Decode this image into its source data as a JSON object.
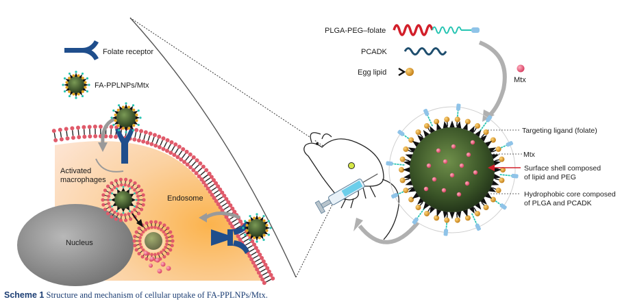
{
  "legend": {
    "folate_receptor": "Folate receptor",
    "nanoparticle": "FA-PPLNPs/Mtx"
  },
  "cell": {
    "activated_macrophages_line1": "Activated",
    "activated_macrophages_line2": "macrophages",
    "endosome": "Endosome",
    "nucleus": "Nucleus"
  },
  "components": {
    "plga_peg_folate": "PLGA-PEG–folate",
    "pcadk": "PCADK",
    "egg_lipid": "Egg lipid",
    "mtx": "Mtx"
  },
  "nanoparticle_labels": {
    "targeting_ligand": "Targeting ligand (folate)",
    "mtx": "Mtx",
    "shell_line1": "Surface shell composed",
    "shell_line2": "of lipid and PEG",
    "core_line1": "Hydrophobic core composed",
    "core_line2": "of PLGA and PCADK"
  },
  "caption": {
    "label": "Scheme 1",
    "text": " Structure and mechanism of cellular uptake of FA-PPLNPs/Mtx."
  },
  "colors": {
    "caption_blue": "#1b3d73",
    "receptor_blue": "#1f4e8c",
    "lipid_head": "#e05a6a",
    "core_green": "#3d5a2a",
    "cytoplasm": "#f7b56a"
  }
}
